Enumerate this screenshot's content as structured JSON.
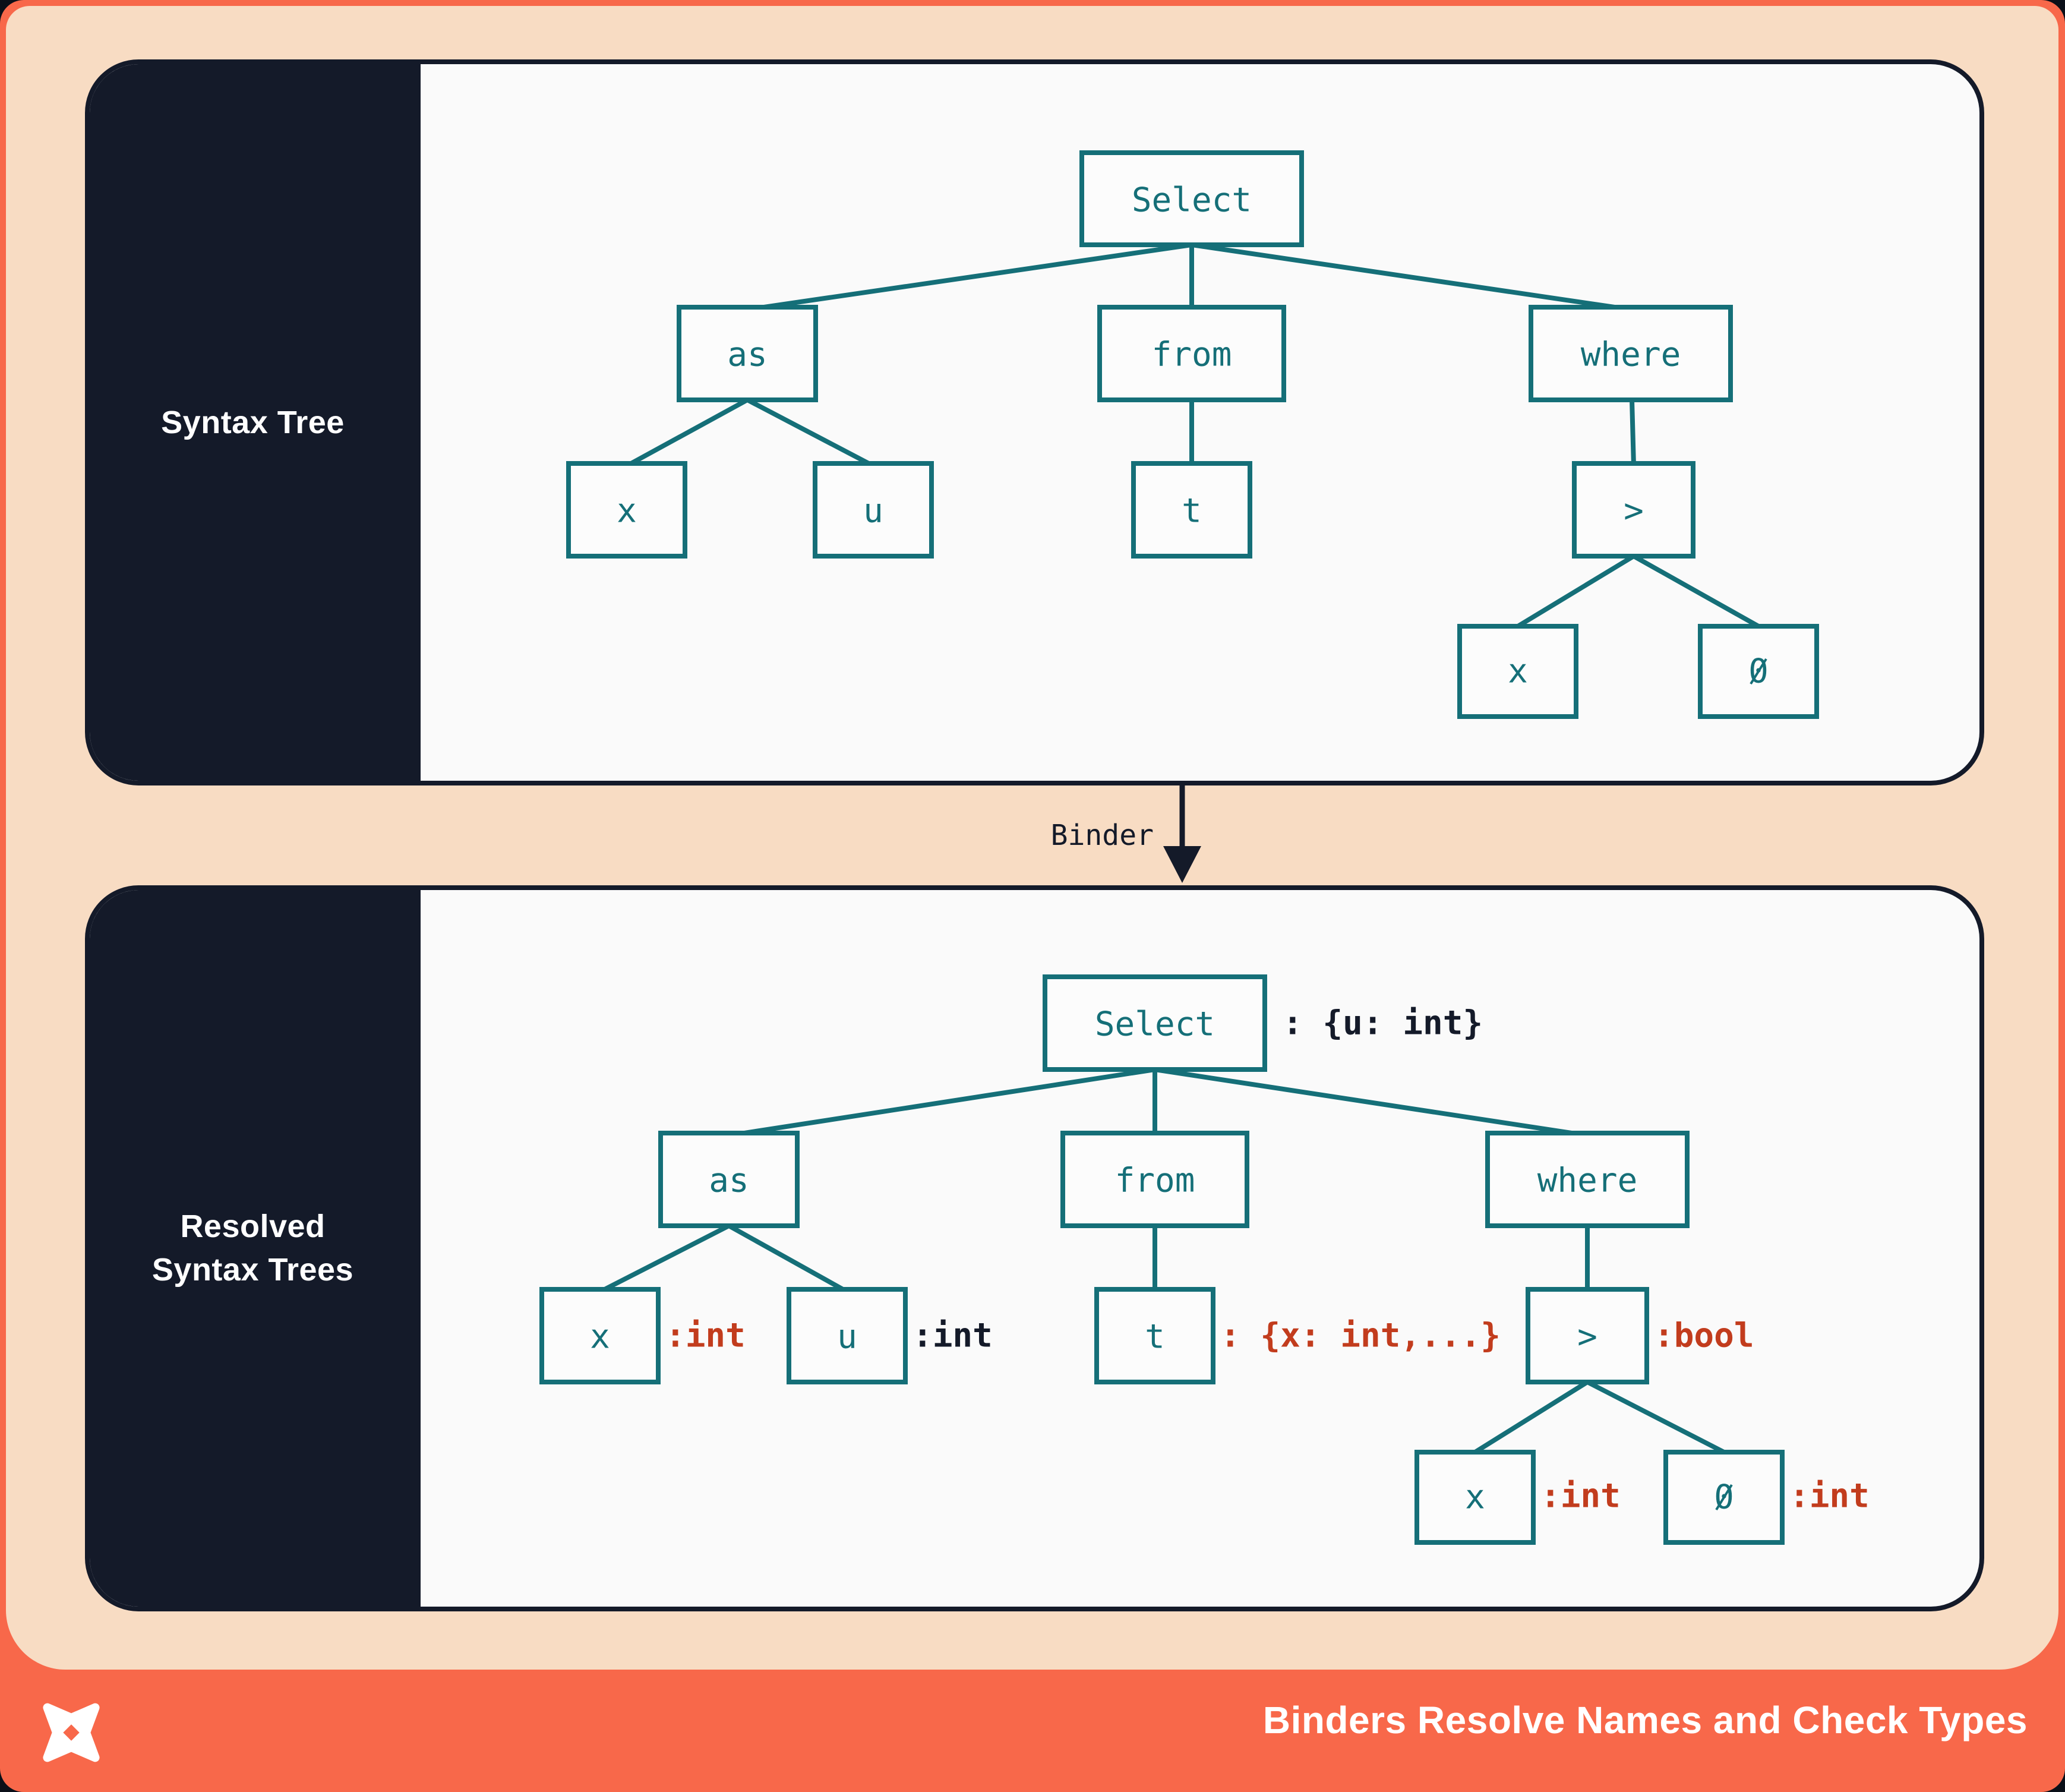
{
  "colors": {
    "coral": "#F8684A",
    "peach": "#F8DCC3",
    "navy": "#141A29",
    "content": "#FAFAFA",
    "teal": "#156F78",
    "red": "#C23C1D"
  },
  "syntax_tree_panel": {
    "title": "Syntax Tree",
    "nodes": {
      "select": "Select",
      "as_kw": "as",
      "from_kw": "from",
      "where_kw": "where",
      "x_as": "x",
      "u": "u",
      "t": "t",
      "gt": ">",
      "x_gt": "x",
      "zero": "0"
    }
  },
  "binder": {
    "label": "Binder"
  },
  "resolved_panel": {
    "title_line1": "Resolved",
    "title_line2": "Syntax Trees",
    "nodes": {
      "select": "Select",
      "as_kw": "as",
      "from_kw": "from",
      "where_kw": "where",
      "x_as": "x",
      "u": "u",
      "t": "t",
      "gt": ">",
      "x_gt": "x",
      "zero": "0"
    },
    "annotations": {
      "select": ": {u: int}",
      "x_as": ":int",
      "u": ":int",
      "t": ": {x: int,...}",
      "gt": ":bool",
      "x_gt": ":int",
      "zero": ":int"
    }
  },
  "footer": {
    "title": "Binders Resolve Names and Check Types",
    "logo_icon": "dbt-pinwheel-logo"
  }
}
